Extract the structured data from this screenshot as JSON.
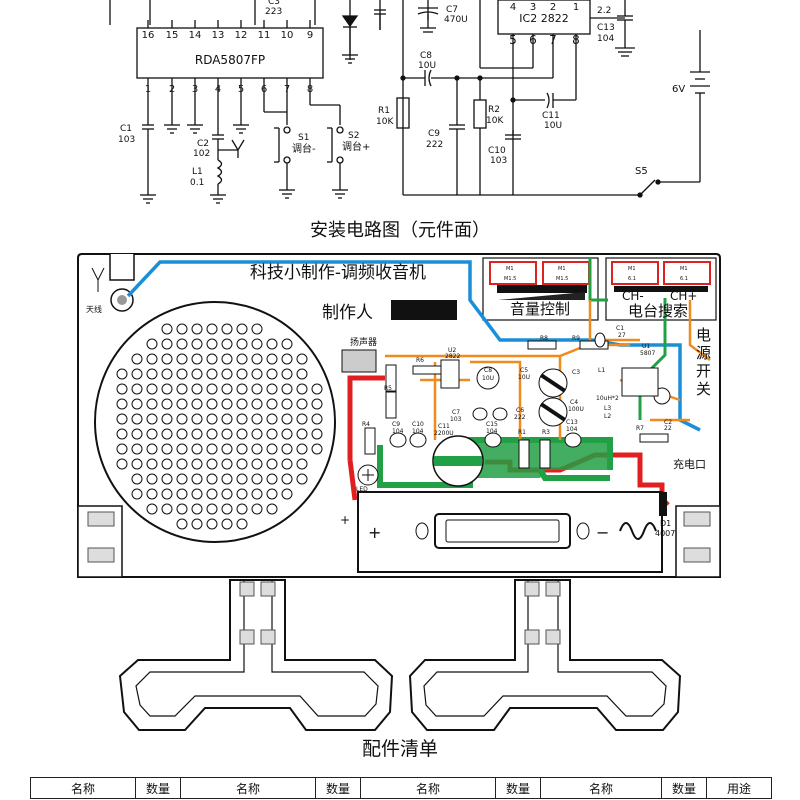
{
  "schematic": {
    "ic1_name": "RDA5807FP",
    "ic1_pins_top": [
      "16",
      "15",
      "14",
      "13",
      "12",
      "11",
      "10",
      "9"
    ],
    "ic1_pins_bottom": [
      "1",
      "2",
      "3",
      "4",
      "5",
      "6",
      "7",
      "8"
    ],
    "ic2_name": "IC2 2822",
    "ic2_pins_top": [
      "4",
      "3",
      "2",
      "1"
    ],
    "ic2_pins_bottom": [
      "5",
      "6",
      "7",
      "8"
    ],
    "c3_label": "C3",
    "c3_value": "223",
    "c7_label": "C7",
    "c7_value": "470U",
    "c8_label": "C8",
    "c8_value": "10U",
    "r1_label": "R1",
    "r1_value": "10K",
    "r2_label": "R2",
    "r2_value": "10K",
    "c9_label": "C9",
    "c9_value": "222",
    "c10_label": "C10",
    "c10_value": "103",
    "c11_label": "C11",
    "c11_value": "10U",
    "c13_label": "C13",
    "c13_value": "104",
    "r_top_value": "2.2",
    "c1_label": "C1",
    "c1_value": "103",
    "c2_label": "C2",
    "c2_value": "102",
    "l1_label": "L1",
    "l1_value": "0.1",
    "s1_label": "S1",
    "s1_desc": "调台-",
    "s2_label": "S2",
    "s2_desc": "调台+",
    "battery_label": "6V",
    "s5_label": "S5",
    "title": "安装电路图（元件面）"
  },
  "board": {
    "title": "科技小制作-调频收音机",
    "maker_label": "制作人",
    "antenna_label": "天线",
    "speaker_label": "扬声器",
    "volume_label": "音量控制",
    "ch_minus": "CH-",
    "ch_plus": "CH+",
    "search_label": "电台搜索",
    "power_label": "电源开关",
    "charge_label": "充电口",
    "u2_label": "U2",
    "u2_value": "2822",
    "u1_label": "U1",
    "u1_value": "5807",
    "r8": "R8",
    "r9": "R9",
    "r6": "R6",
    "r5": "R5",
    "r4": "R4",
    "r7": "R7",
    "r3": "R3",
    "r1": "R1",
    "c1": "C1",
    "c1_value": "27",
    "c2": "C2",
    "c2_value": "22",
    "c3": "C3",
    "c4": "C4",
    "c4_value": "100U",
    "c5": "C5",
    "c5_value": "10U",
    "c6": "C6",
    "c6_value": "222",
    "c7": "C7",
    "c7_value": "103",
    "c8": "C8",
    "c8_value": "10U",
    "c9": "C9",
    "c9_value": "104",
    "c10": "C10",
    "c10_value": "104",
    "c11": "C11",
    "c11_value": "2200U",
    "c13": "C13",
    "c13_value": "104",
    "c15": "C15",
    "c15_value": "104",
    "l1": "L1",
    "l2": "L2",
    "l3": "L3",
    "l_value": "10uH*2",
    "led": "LED",
    "d1": "D1",
    "d1_value": "4007",
    "batt_plus": "+",
    "batt_minus": "−",
    "batt_pos_mark": "+",
    "switch_m1": "M1",
    "switch_m15": "M1.5",
    "switch_6_1": "6.1"
  },
  "parts_title": "配件清单",
  "parts_table": {
    "headers": [
      "名称",
      "数量",
      "名称",
      "数量",
      "名称",
      "数量",
      "名称",
      "数量",
      "用途"
    ]
  },
  "colors": {
    "blue_trace": "#1a8fd8",
    "red_trace": "#e02020",
    "green_trace": "#22a045",
    "orange_trace": "#f08a1c",
    "ground": "#111111"
  }
}
